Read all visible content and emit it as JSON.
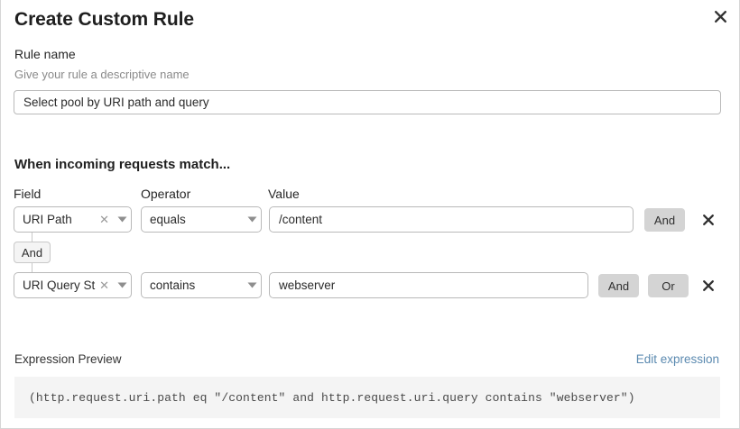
{
  "dialog": {
    "title": "Create Custom Rule",
    "close_icon": "close-icon"
  },
  "rule_name": {
    "label": "Rule name",
    "help": "Give your rule a descriptive name",
    "value": "Select pool by URI path and query",
    "placeholder": ""
  },
  "match_section": {
    "heading": "When incoming requests match...",
    "columns": {
      "field": "Field",
      "operator": "Operator",
      "value": "Value"
    },
    "connector": {
      "label": "And"
    },
    "rows": [
      {
        "field": "URI Path",
        "field_clear_icon": "clear-icon",
        "field_chevron_icon": "chevron-down-icon",
        "operator": "equals",
        "operator_chevron_icon": "chevron-down-icon",
        "value": "/content",
        "and_label": "And",
        "or_label": null,
        "delete_icon": "close-icon"
      },
      {
        "field": "URI Query St...",
        "field_clear_icon": "clear-icon",
        "field_chevron_icon": "chevron-down-icon",
        "operator": "contains",
        "operator_chevron_icon": "chevron-down-icon",
        "value": "webserver",
        "and_label": "And",
        "or_label": "Or",
        "delete_icon": "close-icon"
      }
    ]
  },
  "expression_preview": {
    "label": "Expression Preview",
    "edit_link": "Edit expression",
    "expression": "(http.request.uri.path eq \"/content\" and http.request.uri.query contains \"webserver\")"
  },
  "colors": {
    "link": "#5b8ab0",
    "button_bg": "#d4d4d4",
    "preview_bg": "#f4f4f4",
    "border": "#b9b9b9",
    "text": "#232323",
    "muted_text": "#8a8a8a"
  }
}
